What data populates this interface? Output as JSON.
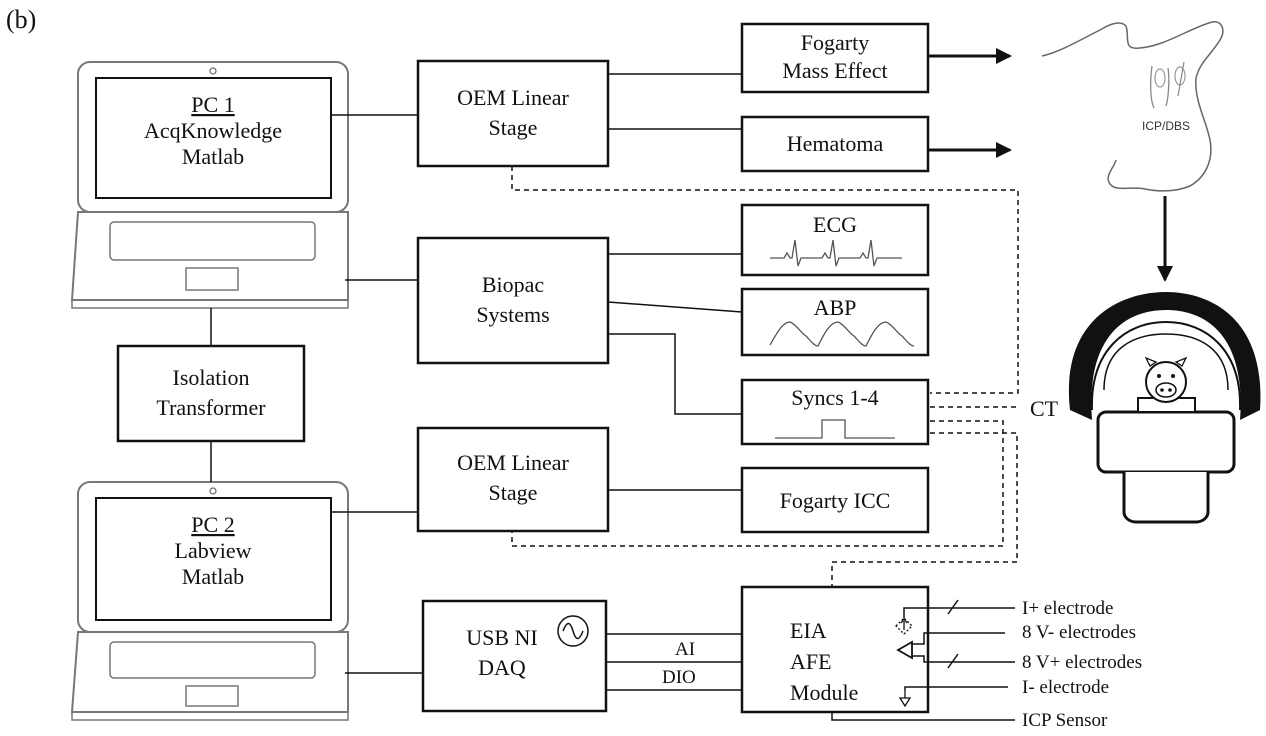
{
  "panel_label": "(b)",
  "pc1": {
    "title": "PC 1",
    "line1": "AcqKnowledge",
    "line2": "Matlab"
  },
  "pc2": {
    "title": "PC 2",
    "line1": "Labview",
    "line2": "Matlab"
  },
  "isolation": {
    "line1": "Isolation",
    "line2": "Transformer"
  },
  "oem_top": {
    "line1": "OEM Linear",
    "line2": "Stage"
  },
  "oem_bottom": {
    "line1": "OEM Linear",
    "line2": "Stage"
  },
  "biopac": {
    "line1": "Biopac",
    "line2": "Systems"
  },
  "fogarty_mass": {
    "line1": "Fogarty",
    "line2": "Mass Effect"
  },
  "hematoma": {
    "label": "Hematoma"
  },
  "ecg": {
    "label": "ECG"
  },
  "abp": {
    "label": "ABP"
  },
  "syncs": {
    "label": "Syncs 1-4"
  },
  "fogarty_icc": {
    "label": "Fogarty ICC"
  },
  "usb_daq": {
    "line1": "USB NI",
    "line2": "DAQ"
  },
  "eia": {
    "line1": "EIA",
    "line2": "AFE",
    "line3": "Module"
  },
  "signals": {
    "ai": "AI",
    "dio": "DIO"
  },
  "ct": {
    "label": "CT"
  },
  "pig_label": "ICP/DBS",
  "electrodes": {
    "i_plus": "I+ electrode",
    "v_minus": "8 V- electrodes",
    "v_plus": "8 V+ electrodes",
    "i_minus": "I- electrode",
    "icp": "ICP Sensor"
  }
}
